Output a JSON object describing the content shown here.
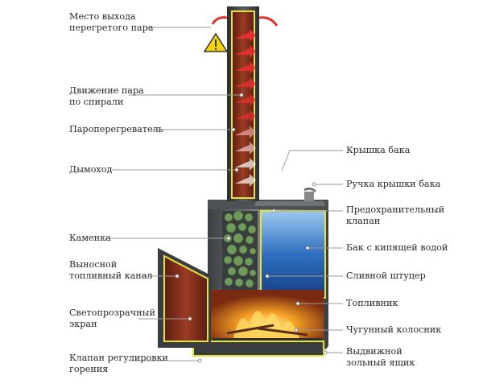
{
  "labels_left": [
    {
      "id": "steam_exit",
      "lines": [
        "Место выхода",
        "перегретого пара"
      ]
    },
    {
      "id": "steam_spiral",
      "lines": [
        "Движение пара",
        "по спирали"
      ]
    },
    {
      "id": "superheater",
      "lines": [
        "Пароперегреватель"
      ]
    },
    {
      "id": "chimney",
      "lines": [
        "Дымоход"
      ]
    },
    {
      "id": "stone_box",
      "lines": [
        "Каменка"
      ]
    },
    {
      "id": "fuel_channel",
      "lines": [
        "Выносной",
        "топливный канал"
      ]
    },
    {
      "id": "glass_screen",
      "lines": [
        "Светопрозрачный",
        "экран"
      ]
    },
    {
      "id": "burn_valve",
      "lines": [
        "Клапан регулировки",
        "горения"
      ]
    }
  ],
  "labels_right": [
    {
      "id": "tank_lid",
      "lines": [
        "Крышка бака"
      ]
    },
    {
      "id": "lid_handle",
      "lines": [
        "Ручка крышки бака"
      ]
    },
    {
      "id": "safety_valve",
      "lines": [
        "Предохранительный",
        "клапан"
      ]
    },
    {
      "id": "boiling_tank",
      "lines": [
        "Бак с кипящей водой"
      ]
    },
    {
      "id": "drain",
      "lines": [
        "Сливной штуцер"
      ]
    },
    {
      "id": "firebox",
      "lines": [
        "Топливник"
      ]
    },
    {
      "id": "grate",
      "lines": [
        "Чугунный колосник"
      ]
    },
    {
      "id": "ash_box",
      "lines": [
        "Выдвижной",
        "зольный ящик"
      ]
    }
  ],
  "colors": {
    "metal_dark": "#3a3d3f",
    "steel": "#7b7f81",
    "rust": "#7a2a1a",
    "outline": "#e3e33a",
    "water": "#2d6fc2",
    "stones": "#6f9a5a",
    "fire": "#f0a020",
    "arrow": "#e23030",
    "leader": "#9a9a9a"
  },
  "icons": [
    "warning-icon"
  ]
}
